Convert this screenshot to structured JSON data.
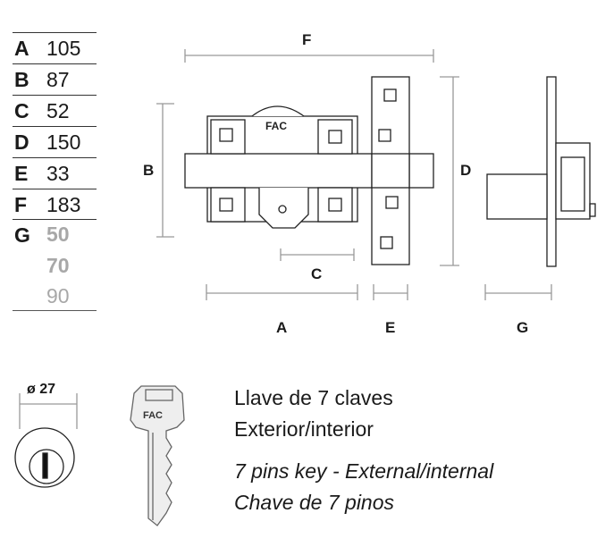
{
  "dimensions": [
    {
      "key": "A",
      "value": "105"
    },
    {
      "key": "B",
      "value": "87"
    },
    {
      "key": "C",
      "value": "52"
    },
    {
      "key": "D",
      "value": "150"
    },
    {
      "key": "E",
      "value": "33"
    },
    {
      "key": "F",
      "value": "183"
    }
  ],
  "dimension_g": {
    "key": "G",
    "values": [
      "50",
      "70",
      "90"
    ]
  },
  "drawing_labels": {
    "A": "A",
    "B": "B",
    "C": "C",
    "D": "D",
    "E": "E",
    "F": "F",
    "G": "G"
  },
  "brand_logo": "FAC",
  "cylinder": {
    "diameter_label": "ø 27"
  },
  "description": {
    "line1": "Llave de 7 claves",
    "line2": "Exterior/interior",
    "line3": "7 pins key - External/internal",
    "line4": "Chave de 7 pinos"
  }
}
